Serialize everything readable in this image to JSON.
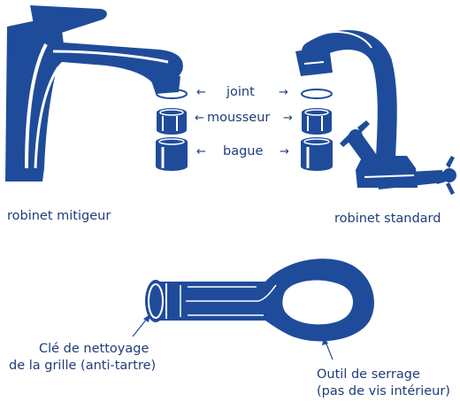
{
  "colors": {
    "primary": "#1f4c9a",
    "text": "#1f3c7c",
    "highlight": "#ffffff"
  },
  "labels": {
    "joint": "joint",
    "mousseur": "mousseur",
    "bague": "bague",
    "mixer_faucet": "robinet mitigeur",
    "standard_faucet": "robinet standard",
    "cleaning_key_line1": "Clé de nettoyage",
    "cleaning_key_line2": "de la grille (anti-tartre)",
    "tightening_tool_line1": "Outil de serrage",
    "tightening_tool_line2": "(pas de vis intérieur)"
  },
  "arrow_glyphs": {
    "left": "←",
    "right": "→"
  }
}
